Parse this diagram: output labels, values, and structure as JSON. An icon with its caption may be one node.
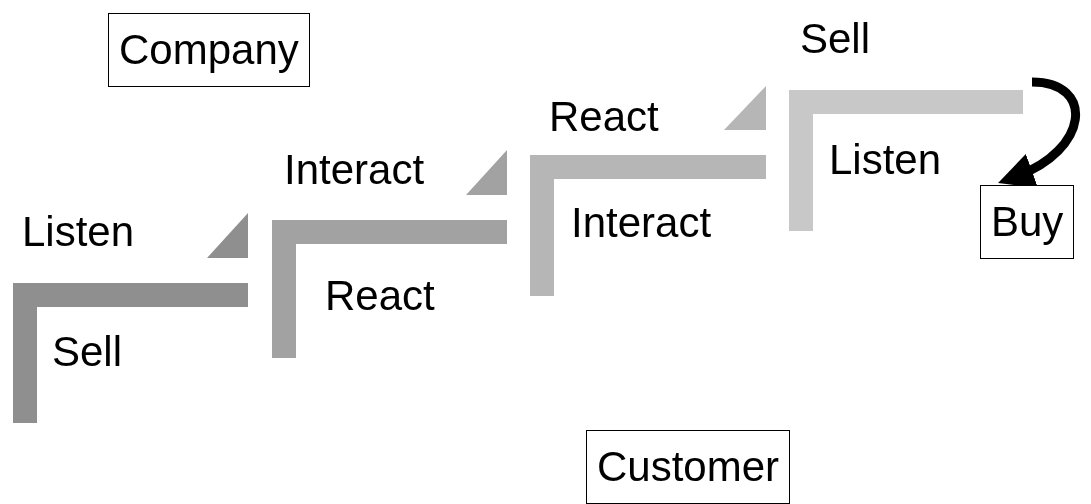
{
  "diagram": {
    "nodes": [
      {
        "text": [
          "Company"
        ]
      },
      {
        "text": [
          "Buy"
        ]
      },
      {
        "text": [
          "Customer"
        ]
      }
    ],
    "edges": [
      {
        "from": null,
        "to": 1,
        "arrow": "to"
      }
    ],
    "labels": [
      "Listen",
      "Sell",
      "Interact",
      "React",
      "React",
      "Interact",
      "Sell",
      "Listen"
    ]
  }
}
